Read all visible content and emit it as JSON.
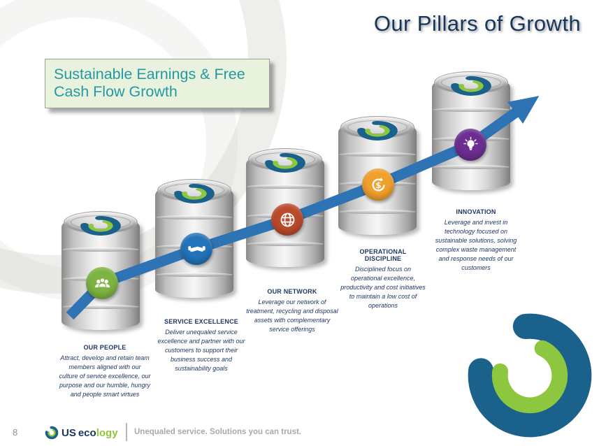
{
  "slide": {
    "title": "Our Pillars of Growth",
    "banner": "Sustainable Earnings & Free Cash Flow Growth",
    "page_number": "8",
    "pillars": [
      {
        "icon": "people-icon",
        "color": "#7DB441",
        "title": "OUR PEOPLE",
        "desc": "Attract, develop and retain team members aligned with our culture of service excellence, our purpose and our humble, hungry and people smart virtues"
      },
      {
        "icon": "handshake-icon",
        "color": "#2273B8",
        "title": "SERVICE EXCELLENCE",
        "desc": "Deliver unequaled service excellence and partner with our customers to support their business success and sustainability goals"
      },
      {
        "icon": "globe-icon",
        "color": "#BB4A2B",
        "title": "OUR NETWORK",
        "desc": "Leverage our network of treatment, recycling and disposal assets with complementary service offerings"
      },
      {
        "icon": "dollar-cycle-icon",
        "color": "#F0A02C",
        "title": "OPERATIONAL DISCIPLINE",
        "desc": "Disciplined focus on operational excellence, productivity and cost initiatives to maintain a low cost of operations"
      },
      {
        "icon": "lightbulb-icon",
        "color": "#6C2E91",
        "title": "INNOVATION",
        "desc": "Leverage and invest in technology focused on sustainable solutions, solving complex waste management and response needs of our customers"
      }
    ],
    "footer": {
      "brand": {
        "us": "US",
        "eco": "eco",
        "logy": "logy"
      },
      "tagline": "Unequaled service. Solutions you can trust."
    },
    "colors": {
      "title_navy": "#17365D",
      "banner_text": "#2598A3",
      "banner_bg": "#E9F2DC",
      "arrow_blue": "#2E74B5",
      "logo_blue": "#1A618C",
      "logo_green": "#8DC63F"
    }
  }
}
